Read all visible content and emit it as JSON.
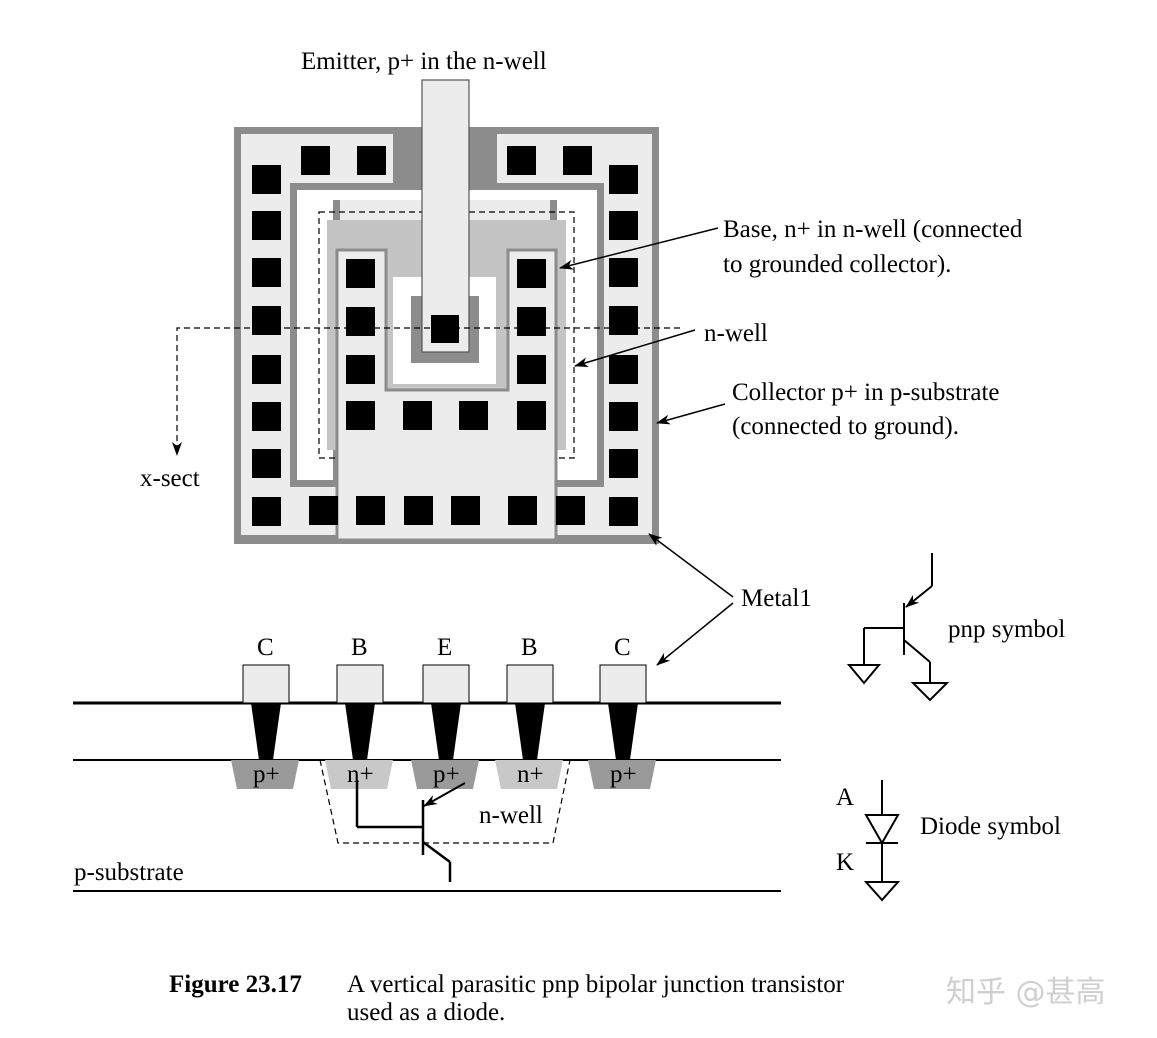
{
  "labels": {
    "emitter": "Emitter, p+ in the n-well",
    "base_line1": "Base, n+ in n-well (connected",
    "base_line2": "to grounded collector).",
    "nwell": "n-well",
    "collector_line1": "Collector p+ in p-substrate",
    "collector_line2": "(connected to ground).",
    "xsect": "x-sect",
    "metal1": "Metal1",
    "pnp_symbol": "pnp symbol",
    "diode_symbol": "Diode symbol",
    "anode": "A",
    "cathode": "K",
    "psubstrate": "p-substrate",
    "nwell_xs": "n-well"
  },
  "cross_section": {
    "terminals": [
      "C",
      "B",
      "E",
      "B",
      "C"
    ],
    "diffusions": [
      "p+",
      "n+",
      "p+",
      "n+",
      "p+"
    ]
  },
  "caption": {
    "number": "Figure 23.17",
    "line1": "A vertical parasitic pnp bipolar junction transistor",
    "line2": "used as a diode."
  },
  "watermark": "知乎 @甚高",
  "colors": {
    "metal_dark": "#8c8c8c",
    "metal_light": "#ececec",
    "nwell_fill": "#c4c4c4",
    "contact": "#000000",
    "pplus_diff": "#9a9a9a",
    "nplus_diff": "#c8c8c8"
  }
}
